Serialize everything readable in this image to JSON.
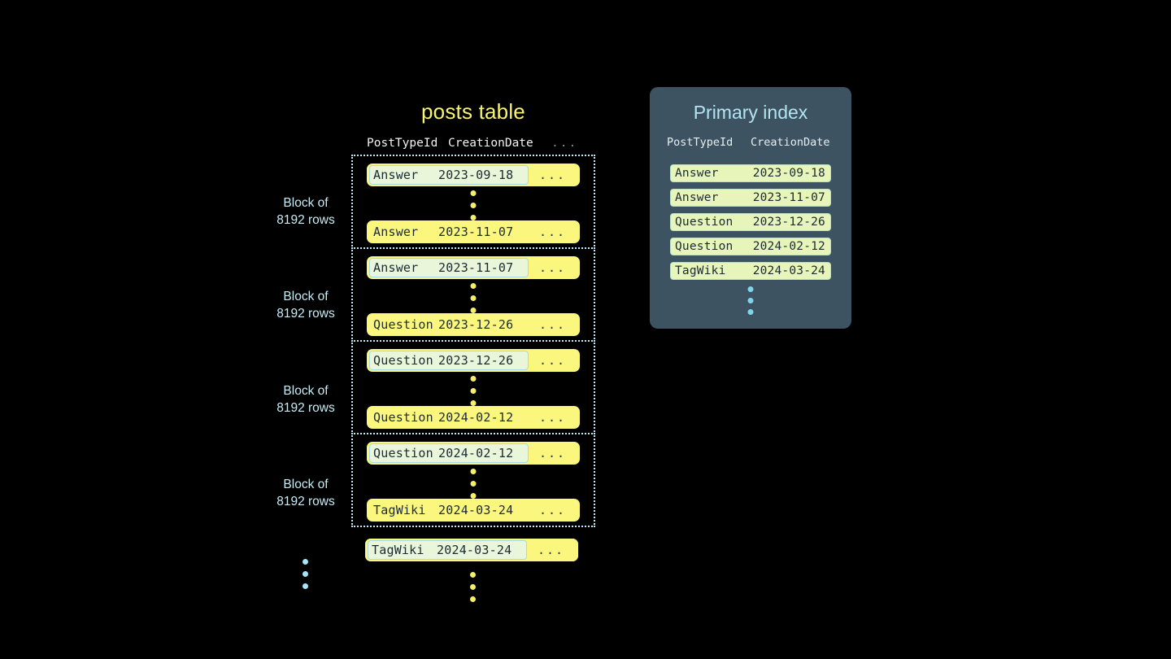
{
  "posts_table": {
    "title": "posts table",
    "columns": {
      "post_type": "PostTypeId",
      "creation_date": "CreationDate",
      "more": "..."
    },
    "block_label_line1": "Block of",
    "block_label_line2": "8192 rows",
    "row_more": "...",
    "blocks": [
      {
        "label_line1": "Block of",
        "label_line2": "8192 rows",
        "first_row": {
          "post_type": "Answer",
          "creation_date": "2023-09-18",
          "more": "...",
          "marked": true
        },
        "last_row": {
          "post_type": "Answer",
          "creation_date": "2023-11-07",
          "more": "...",
          "marked": false
        }
      },
      {
        "label_line1": "Block of",
        "label_line2": "8192 rows",
        "first_row": {
          "post_type": "Answer",
          "creation_date": "2023-11-07",
          "more": "...",
          "marked": true
        },
        "last_row": {
          "post_type": "Question",
          "creation_date": "2023-12-26",
          "more": "...",
          "marked": false
        }
      },
      {
        "label_line1": "Block of",
        "label_line2": "8192 rows",
        "first_row": {
          "post_type": "Question",
          "creation_date": "2023-12-26",
          "more": "...",
          "marked": true
        },
        "last_row": {
          "post_type": "Question",
          "creation_date": "2024-02-12",
          "more": "...",
          "marked": false
        }
      },
      {
        "label_line1": "Block of",
        "label_line2": "8192 rows",
        "first_row": {
          "post_type": "Question",
          "creation_date": "2024-02-12",
          "more": "...",
          "marked": true
        },
        "last_row": {
          "post_type": "TagWiki",
          "creation_date": "2024-03-24",
          "more": "...",
          "marked": false
        }
      }
    ],
    "trailing_row": {
      "post_type": "TagWiki",
      "creation_date": "2024-03-24",
      "more": "...",
      "marked": true
    }
  },
  "primary_index": {
    "title": "Primary index",
    "columns": {
      "post_type": "PostTypeId",
      "creation_date": "CreationDate"
    },
    "entries": [
      {
        "post_type": "Answer",
        "creation_date": "2023-09-18"
      },
      {
        "post_type": "Answer",
        "creation_date": "2023-11-07"
      },
      {
        "post_type": "Question",
        "creation_date": "2023-12-26"
      },
      {
        "post_type": "Question",
        "creation_date": "2024-02-12"
      },
      {
        "post_type": "TagWiki",
        "creation_date": "2024-03-24"
      }
    ]
  },
  "colors": {
    "background": "#000000",
    "row_yellow": "#fbf77e",
    "highlight_cell": "#e9f6da",
    "highlight_border": "#a9d9e8",
    "block_border": "#bfe9f5",
    "panel_background": "#3d5361",
    "panel_title": "#b3e4f2",
    "index_row": "#e7f5ba",
    "label_blue": "#c7edf7",
    "title_yellow": "#f7f470",
    "dot_yellow": "#f4ef6a",
    "dot_blue": "#a9e5f5"
  }
}
